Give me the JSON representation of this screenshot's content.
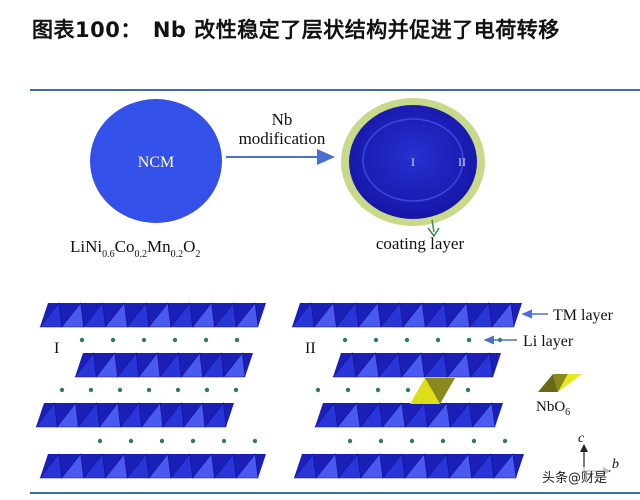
{
  "title": "图表100：　Nb 改性稳定了层状结构并促进了电荷转移",
  "particle_left": {
    "label": "NCM"
  },
  "formula": {
    "parts": [
      "LiNi",
      "0.6",
      "Co",
      "0.2",
      "Mn",
      "0.2",
      "O",
      "2"
    ]
  },
  "arrow_label": {
    "line1": "Nb",
    "line2": "modification"
  },
  "particle_right": {
    "region1": "I",
    "region2": "II"
  },
  "coating_label": "coating layer",
  "panel_left_label": "I",
  "panel_right_label": "II",
  "legend": {
    "tm_layer": "TM layer",
    "li_layer": "Li layer",
    "nbo6": {
      "base": "NbO",
      "sub": "6"
    }
  },
  "axes": {
    "c": "c",
    "b": "b"
  },
  "watermark": "头条@财是",
  "colors": {
    "particle": "#3350e8",
    "coating": "#c8d98a",
    "dark_blue": "#1a1fb8",
    "tm_blue": "#2323c8",
    "tm_light": "#4a5af0",
    "li_dot": "#2f7a62",
    "nb_yellow": "#e8e81a",
    "nb_olive": "#8a8a1c",
    "arrow": "#4a6fd0",
    "rule": "#3a6f9f"
  }
}
